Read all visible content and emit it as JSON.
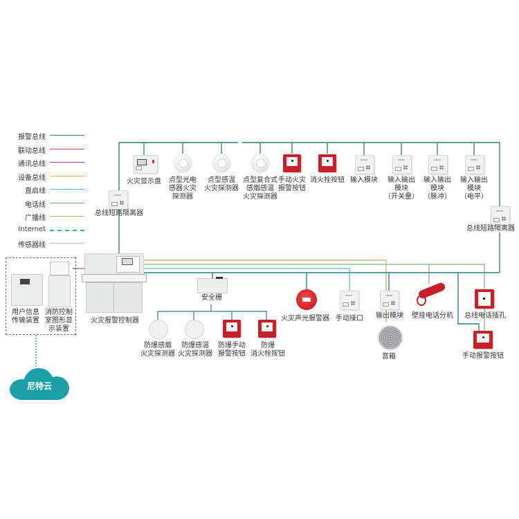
{
  "legend": [
    {
      "label": "报警总线",
      "color": "#2f7d8a",
      "style": "solid"
    },
    {
      "label": "联动总线",
      "color": "#e0394e",
      "style": "solid"
    },
    {
      "label": "通讯总线",
      "color": "#b5408e",
      "style": "solid"
    },
    {
      "label": "设备总线",
      "color": "#f0a93e",
      "style": "solid"
    },
    {
      "label": "直启线",
      "color": "#4fb8d8",
      "style": "solid"
    },
    {
      "label": "电话线",
      "color": "#72b86a",
      "style": "solid"
    },
    {
      "label": "广播线",
      "color": "#c9a85c",
      "style": "solid"
    },
    {
      "label": "Internet",
      "color": "#2ab0b8",
      "style": "dashed"
    },
    {
      "label": "传感器线",
      "color": "#b8b8b8",
      "style": "solid"
    }
  ],
  "top_bus_devices": [
    {
      "label": "火灾显示盘",
      "kind": "display-panel"
    },
    {
      "label": "点型光电\n感器火灾\n探测器",
      "kind": "smoke-detector"
    },
    {
      "label": "点型感温\n火灾探测器",
      "kind": "heat-detector"
    },
    {
      "label": "点型复合式\n感烟感温\n火灾探测器",
      "kind": "combo-detector"
    },
    {
      "label": "手动火灾\n报警按钮",
      "kind": "manual-call-point"
    },
    {
      "label": "消火栓按钮",
      "kind": "hydrant-button"
    },
    {
      "label": "输入模块",
      "kind": "input-module"
    },
    {
      "label": "输入输出\n模块\n（开关量）",
      "kind": "io-module"
    },
    {
      "label": "输入输出\n模块\n（脉冲）",
      "kind": "io-module"
    },
    {
      "label": "输入输出\n模块\n（电平）",
      "kind": "io-module"
    }
  ],
  "isolators": {
    "left": "总线短路隔离器",
    "right": "总线短路隔离器"
  },
  "controller": {
    "label": "火灾报警控制器"
  },
  "user_side": {
    "transmission": "用户信息\n传输装置",
    "graphic_display": "消防控制\n室图形显\n示装置",
    "cloud": "尼特云"
  },
  "barrier": {
    "label": "安全栅",
    "devices": [
      {
        "label": "防爆感烟\n火灾探测器"
      },
      {
        "label": "防爆感温\n火灾探测器"
      },
      {
        "label": "防爆手动\n报警按钮"
      },
      {
        "label": "防爆\n消火栓按钮"
      }
    ]
  },
  "bottom_devices": {
    "strobe": "火灾声光报警器",
    "manual_interface": "手动接口",
    "output_module": "输出模块",
    "speaker": "音箱",
    "wall_phone": "壁挂电话分机",
    "phone_jack": "总线电话插孔",
    "manual_alarm": "手动报警按钮"
  }
}
